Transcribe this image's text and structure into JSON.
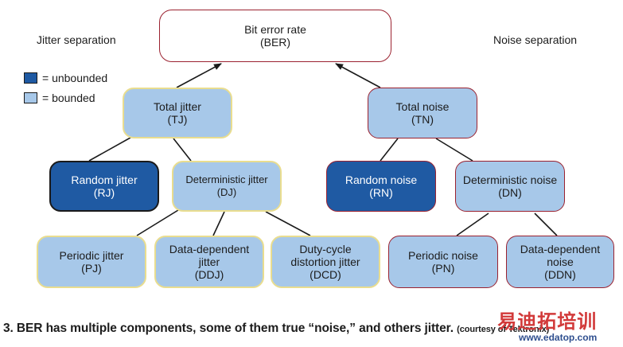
{
  "headings": {
    "jitter": "Jitter separation",
    "noise": "Noise separation"
  },
  "legend": {
    "unbounded": "= unbounded",
    "bounded": "= bounded"
  },
  "colors": {
    "unbounded_fill": "#1f5aa3",
    "bounded_fill": "#a7c8e9",
    "jitter_border": "#e9dd8f",
    "noise_border": "#9b2230"
  },
  "nodes": {
    "ber": {
      "line1": "Bit error rate",
      "line2": "(BER)"
    },
    "tj": {
      "line1": "Total jitter",
      "line2": "(TJ)"
    },
    "tn": {
      "line1": "Total noise",
      "line2": "(TN)"
    },
    "rj": {
      "line1": "Random jitter",
      "line2": "(RJ)"
    },
    "dj": {
      "line1": "Deterministic jitter",
      "line2": "(DJ)"
    },
    "rn": {
      "line1": "Random noise",
      "line2": "(RN)"
    },
    "dn": {
      "line1": "Deterministic noise",
      "line2": "(DN)"
    },
    "pj": {
      "line1": "Periodic jitter",
      "line2": "(PJ)"
    },
    "ddj": {
      "line1": "Data-dependent",
      "line2": "jitter",
      "line3": "(DDJ)"
    },
    "dcd": {
      "line1": "Duty-cycle",
      "line2": "distortion jitter",
      "line3": "(DCD)"
    },
    "pn": {
      "line1": "Periodic noise",
      "line2": "(PN)"
    },
    "ddn": {
      "line1": "Data-dependent",
      "line2": "noise",
      "line3": "(DDN)"
    }
  },
  "caption": {
    "main": "3. BER has multiple components, some of them true “noise,” and others jitter.",
    "credit": "(courtesy of Tektronix)"
  },
  "watermark": {
    "chinese": "易迪拓培训",
    "url": "www.edatop.com"
  }
}
